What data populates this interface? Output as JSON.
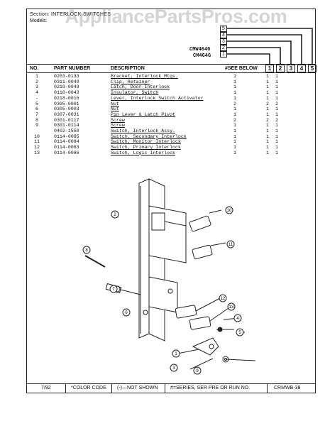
{
  "watermark": "AppliancePartsPros.com",
  "header": {
    "title": "Section: INTERLOCK SWITCHES",
    "model_label": "Models:"
  },
  "models": [
    "CMW464G",
    "CM464G"
  ],
  "model_boxes": [
    "5",
    "4",
    "3",
    "2",
    "1"
  ],
  "columns": {
    "no": "NO.",
    "part_number": "PART NUMBER",
    "description": "DESCRIPTION",
    "see_below": "#SEE BELOW",
    "model_cols": [
      "1",
      "2",
      "3",
      "4",
      "5"
    ]
  },
  "rows": [
    {
      "no": "1",
      "pn": "0203-0133",
      "desc": "Bracket, Interlock Mtgs.",
      "see": "1",
      "q": [
        "1",
        "1"
      ]
    },
    {
      "no": "2",
      "pn": "0311-0040",
      "desc": "Clip, Retainer",
      "see": "1",
      "q": [
        "1",
        "1"
      ]
    },
    {
      "no": "3",
      "pn": "0219-0049",
      "desc": "Latch, Door Interlock",
      "see": "1",
      "q": [
        "1",
        "1"
      ]
    },
    {
      "no": "4",
      "pn": "0110-0043",
      "desc": "Insulator, Switch",
      "see": "1",
      "q": [
        "1",
        "1"
      ]
    },
    {
      "no": "-",
      "pn": "0218-0016",
      "desc": "Lever, Interlock Switch Activator",
      "see": "1",
      "q": [
        "1",
        "1"
      ]
    },
    {
      "no": "5",
      "pn": "0305-0001",
      "desc": "Nut",
      "see": "2",
      "q": [
        "2",
        "2"
      ]
    },
    {
      "no": "6",
      "pn": "0305-0003",
      "desc": "Nut",
      "see": "1",
      "q": [
        "1",
        "1"
      ]
    },
    {
      "no": "7",
      "pn": "0307-0031",
      "desc": "Pin Lever & Latch Pivot",
      "see": "1",
      "q": [
        "1",
        "1"
      ]
    },
    {
      "no": "8",
      "pn": "0301-0117",
      "desc": "Screw",
      "see": "2",
      "q": [
        "2",
        "2"
      ]
    },
    {
      "no": "9",
      "pn": "0301-0114",
      "desc": "Screw",
      "see": "1",
      "q": [
        "1",
        "1"
      ]
    },
    {
      "no": "",
      "pn": "0402-1550",
      "desc": "Switch, Interlock Assy.",
      "see": "1",
      "q": [
        "1",
        "1"
      ]
    },
    {
      "no": "10",
      "pn": "0114-0085",
      "desc": "Switch, Secondary Interlock",
      "see": "1",
      "q": [
        "1",
        "1"
      ]
    },
    {
      "no": "11",
      "pn": "0114-0084",
      "desc": "Switch, Monitor Interlock",
      "see": "1",
      "q": [
        "1",
        "1"
      ]
    },
    {
      "no": "12",
      "pn": "0114-0083",
      "desc": "Switch, Primary Interlock",
      "see": "1",
      "q": [
        "1",
        "1"
      ]
    },
    {
      "no": "13",
      "pn": "0114-0086",
      "desc": "Switch, Logic Interlock",
      "see": "1",
      "q": [
        "1",
        "1"
      ]
    }
  ],
  "callouts": [
    "1",
    "2",
    "3",
    "4",
    "5",
    "6",
    "7",
    "8",
    "9",
    "10",
    "11",
    "12",
    "13"
  ],
  "footer": {
    "date": "7/92",
    "color_code": "*COLOR CODE",
    "not_shown": "(-)—NOT SHOWN",
    "series": "#=SERIES, SER PRE OR RUN NO.",
    "page": "CRMWB-38"
  }
}
